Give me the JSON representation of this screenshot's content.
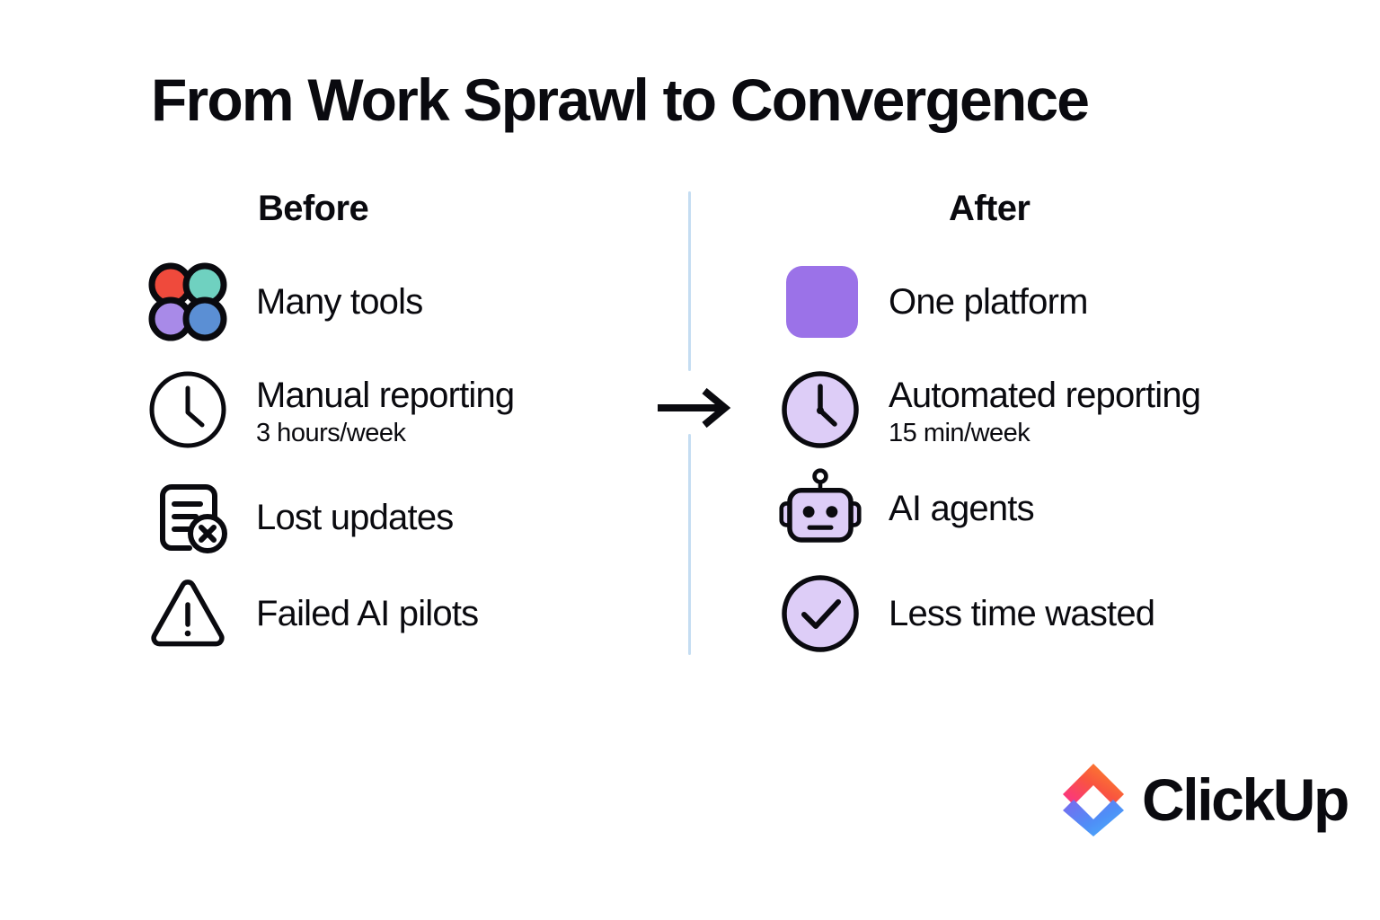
{
  "title": "From Work Sprawl to Convergence",
  "columns": {
    "before": {
      "header": "Before",
      "items": [
        {
          "label": "Many tools",
          "sub": "",
          "icon": "four-circles-icon"
        },
        {
          "label": "Manual reporting",
          "sub": "3 hours/week",
          "icon": "clock-outline-icon"
        },
        {
          "label": "Lost updates",
          "sub": "",
          "icon": "document-error-icon"
        },
        {
          "label": "Failed AI pilots",
          "sub": "",
          "icon": "warning-triangle-icon"
        }
      ]
    },
    "after": {
      "header": "After",
      "items": [
        {
          "label": "One platform",
          "sub": "",
          "icon": "purple-square-icon"
        },
        {
          "label": "Automated reporting",
          "sub": "15 min/week",
          "icon": "clock-filled-icon"
        },
        {
          "label": "AI agents",
          "sub": "",
          "icon": "robot-icon"
        },
        {
          "label": "Less time wasted",
          "sub": "",
          "icon": "check-circle-icon"
        }
      ]
    }
  },
  "center": {
    "arrow_icon": "arrow-right-icon",
    "divider_icon": "vertical-divider"
  },
  "logo": {
    "wordmark": "ClickUp",
    "mark_icon": "clickup-logo-icon"
  },
  "colors": {
    "background": "#ffffff",
    "text": "#0a0a0f",
    "divider": "#c5ddf2",
    "tool_red": "#ef4a3c",
    "tool_teal": "#6fd1c0",
    "tool_purple": "#a88ae8",
    "tool_blue": "#5b8fd4",
    "brand_purple": "#9b72e8",
    "brand_purple_light": "#ddcdf7",
    "logo_pink": "#fa2f8f",
    "logo_orange": "#fb7e26",
    "logo_violet": "#7b68ee",
    "logo_blue": "#49ccf9"
  }
}
